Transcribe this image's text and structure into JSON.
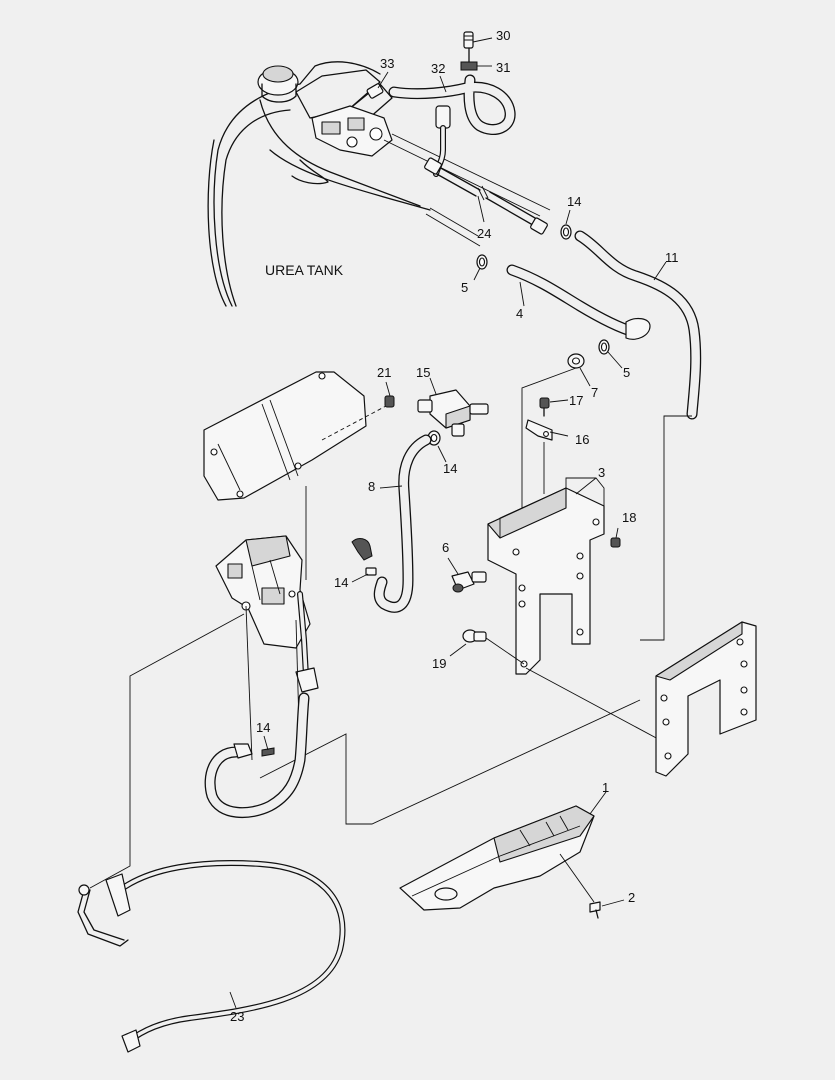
{
  "diagram": {
    "tank_label": "UREA TANK",
    "callouts": {
      "c1": "1",
      "c2": "2",
      "c3": "3",
      "c4": "4",
      "c5a": "5",
      "c5b": "5",
      "c6": "6",
      "c7": "7",
      "c8": "8",
      "c11": "11",
      "c14a": "14",
      "c14b": "14",
      "c14c": "14",
      "c14d": "14",
      "c15": "15",
      "c16": "16",
      "c17": "17",
      "c18": "18",
      "c19": "19",
      "c21": "21",
      "c23": "23",
      "c24": "24",
      "c30": "30",
      "c31": "31",
      "c32": "32",
      "c33": "33"
    }
  }
}
